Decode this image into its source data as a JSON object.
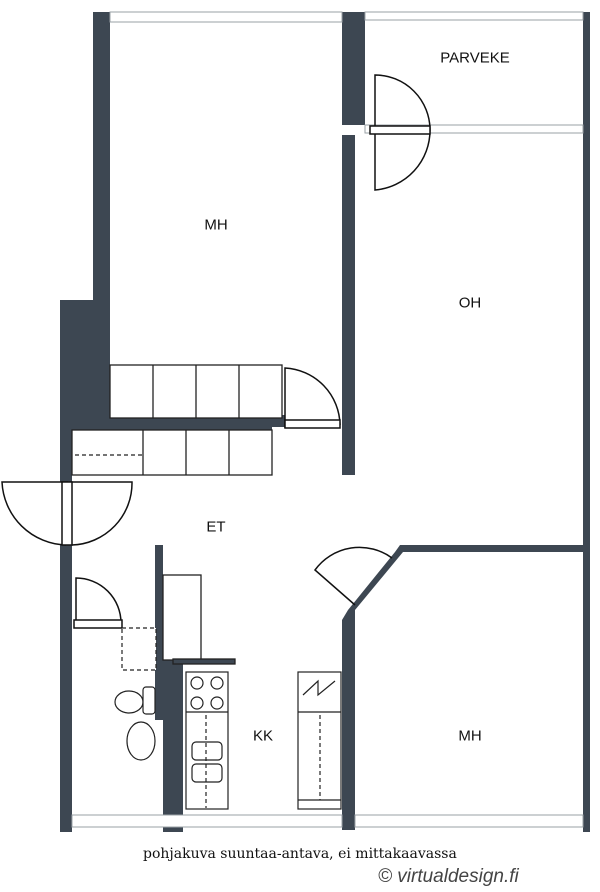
{
  "rooms": {
    "parveke": "PARVEKE",
    "mh_top": "MH",
    "oh": "OH",
    "et": "ET",
    "kk": "KK",
    "mh_bottom": "MH"
  },
  "footer": {
    "note": "pohjakuva suuntaa-antava, ei mittakaavassa",
    "copyright": "© virtualdesign.fi"
  },
  "colors": {
    "wall": "#3d4752",
    "window": "#c9ccd0"
  }
}
